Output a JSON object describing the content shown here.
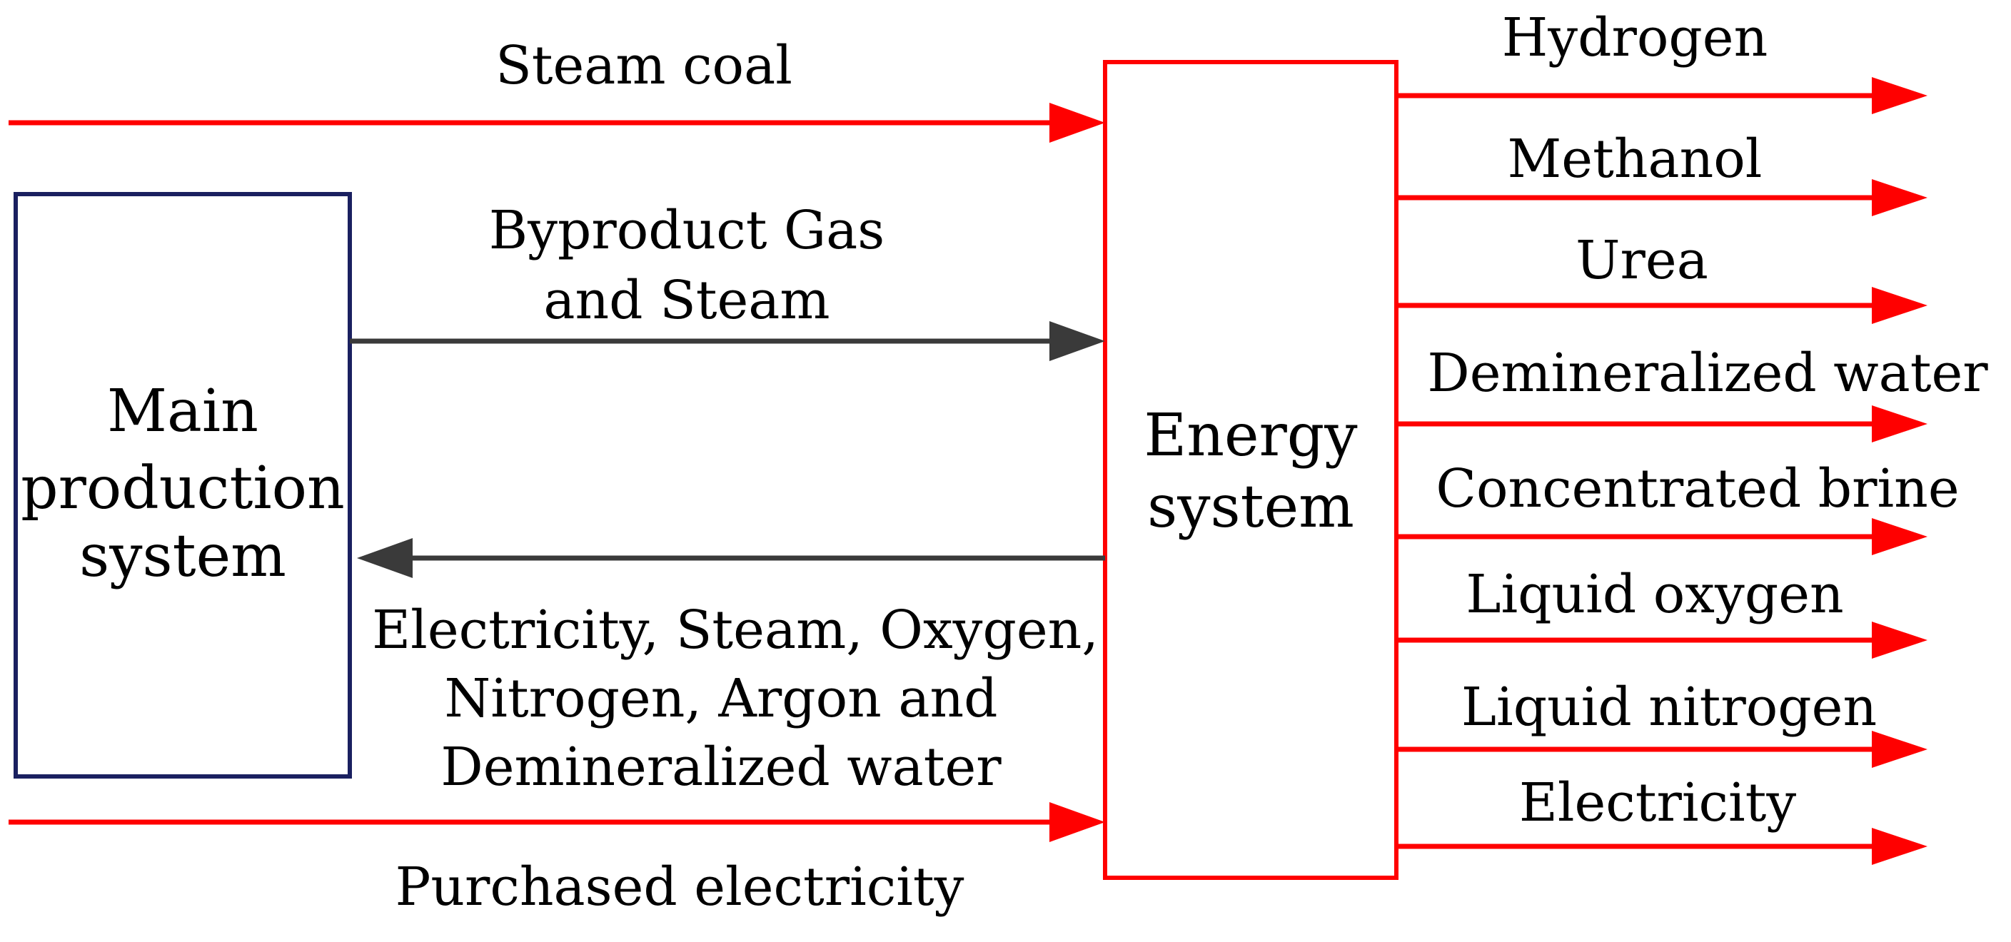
{
  "colors": {
    "red_flow": "#ff0000",
    "dark_flow": "#3a3a3a",
    "main_box_border": "#1a2060",
    "energy_box_border": "#ff0000"
  },
  "boxes": {
    "main_production": {
      "line1": "Main",
      "line2": "production",
      "line3": "system"
    },
    "energy": {
      "line1": "Energy",
      "line2": "system"
    }
  },
  "inputs": {
    "steam_coal": "Steam coal",
    "byproduct_line1": "Byproduct Gas",
    "byproduct_line2": "and Steam",
    "purchased_electricity": "Purchased electricity"
  },
  "return_flow": {
    "line1": "Electricity, Steam, Oxygen,",
    "line2": "Nitrogen,  Argon and",
    "line3": "Demineralized water"
  },
  "outputs": [
    "Hydrogen",
    "Methanol",
    "Urea",
    "Demineralized water",
    "Concentrated brine",
    "Liquid oxygen",
    "Liquid nitrogen",
    "Electricity"
  ]
}
